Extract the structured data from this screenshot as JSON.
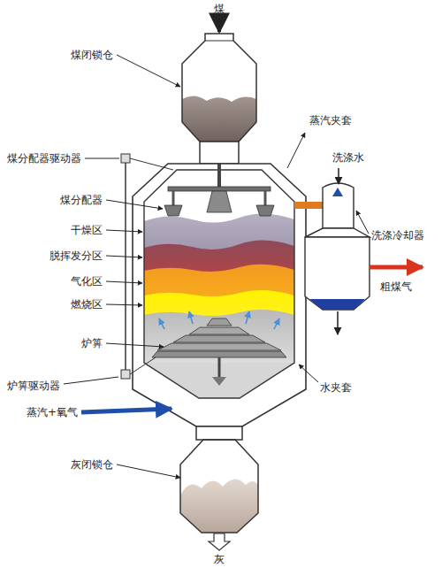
{
  "diagram": {
    "labels": [
      "煤",
      "煤闭锁仓",
      "煤分配器驱动器",
      "蒸汽夹套",
      "洗涤水",
      "煤分配器",
      "洗涤冷却器",
      "干燥区",
      "脱挥发分区",
      "气化区",
      "燃烧区",
      "粗煤气",
      "炉箅",
      "炉箅驱动器",
      "水夹套",
      "蒸汽+氧气",
      "灰闭锁仓",
      "灰"
    ]
  }
}
